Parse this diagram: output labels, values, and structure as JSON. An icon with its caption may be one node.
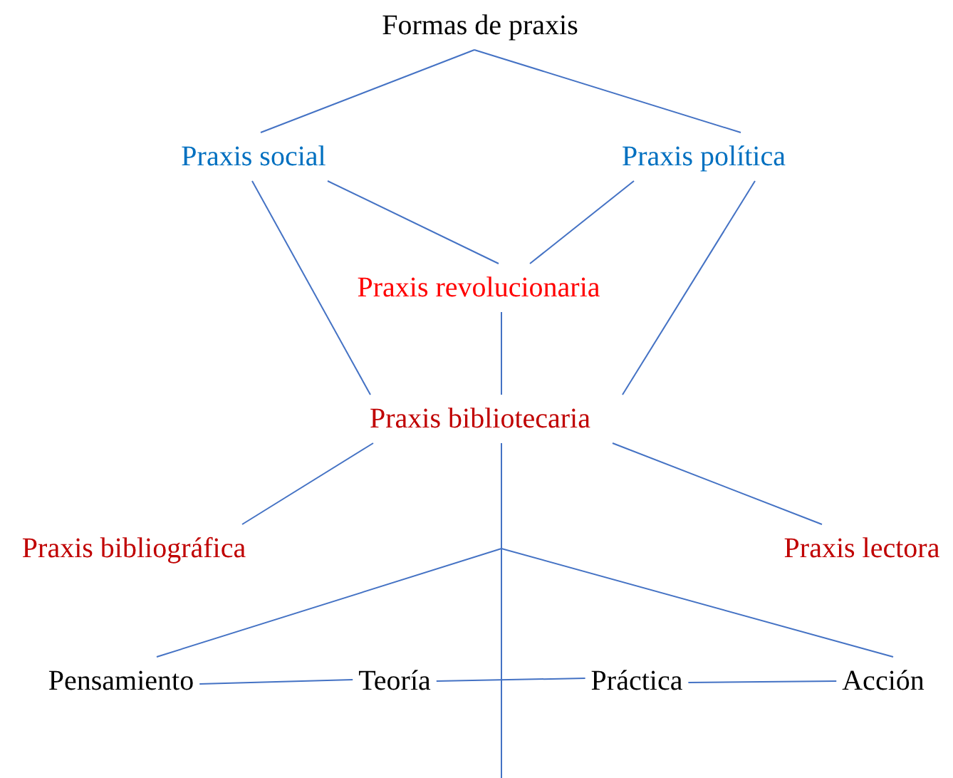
{
  "diagram": {
    "nodes": [
      {
        "text": [
          "Formas de praxis"
        ]
      },
      {
        "text": [
          "Praxis social"
        ]
      },
      {
        "text": [
          "Praxis política"
        ]
      },
      {
        "text": [
          "Praxis revolucionaria"
        ]
      },
      {
        "text": [
          "Praxis bibliotecaria"
        ]
      },
      {
        "text": [
          "Praxis bibliográfica"
        ]
      },
      {
        "text": [
          "Praxis lectora"
        ]
      },
      {
        "text": [
          "Pensamiento"
        ]
      },
      {
        "text": [
          "Teoría"
        ]
      },
      {
        "text": [
          "Práctica"
        ]
      },
      {
        "text": [
          "Acción"
        ]
      }
    ],
    "edges": [
      {
        "from": 0,
        "to": 1,
        "arrow": "none"
      },
      {
        "from": 0,
        "to": 2,
        "arrow": "none"
      },
      {
        "from": 1,
        "to": 3,
        "arrow": "none"
      },
      {
        "from": 2,
        "to": 3,
        "arrow": "none"
      },
      {
        "from": 1,
        "to": 4,
        "arrow": "none"
      },
      {
        "from": 2,
        "to": 4,
        "arrow": "none"
      },
      {
        "from": 3,
        "to": 4,
        "arrow": "none"
      },
      {
        "from": 4,
        "to": 5,
        "arrow": "none"
      },
      {
        "from": 4,
        "to": 6,
        "arrow": "none"
      },
      {
        "from": 4,
        "to": 7,
        "arrow": "none"
      },
      {
        "from": 4,
        "to": 10,
        "arrow": "none"
      },
      {
        "from": 4,
        "to": null,
        "arrow": "none"
      },
      {
        "from": 7,
        "to": 8,
        "arrow": "none"
      },
      {
        "from": 8,
        "to": 9,
        "arrow": "none"
      },
      {
        "from": 9,
        "to": 10,
        "arrow": "none"
      }
    ]
  }
}
